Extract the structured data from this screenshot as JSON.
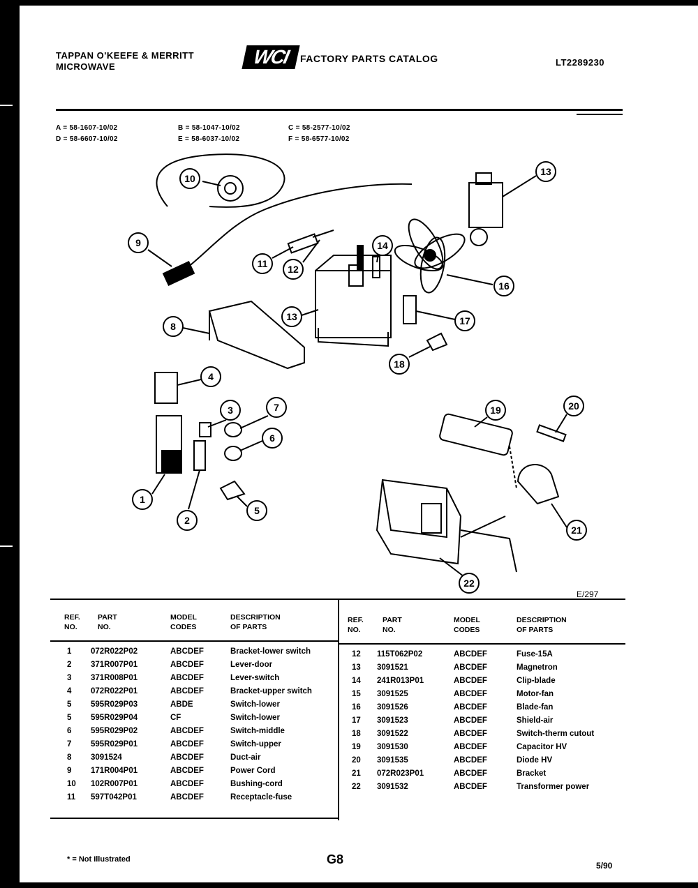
{
  "header": {
    "brand_line1": "TAPPAN O'KEEFE & MERRITT",
    "brand_line2": "MICROWAVE",
    "logo": "WCI",
    "catalog_title": "FACTORY PARTS CATALOG",
    "model": "LT2289230"
  },
  "model_codes": [
    "A = 58-1607-10/02",
    "B = 58-1047-10/02",
    "C = 58-2577-10/02",
    "D = 58-6607-10/02",
    "E = 58-6037-10/02",
    "F = 58-6577-10/02"
  ],
  "diagram": {
    "figure_id": "E/297",
    "callouts": [
      "1",
      "2",
      "3",
      "4",
      "5",
      "6",
      "7",
      "8",
      "9",
      "10",
      "11",
      "12",
      "13",
      "13",
      "14",
      "16",
      "17",
      "18",
      "19",
      "20",
      "21",
      "22"
    ]
  },
  "table": {
    "headers": {
      "ref": [
        "REF.",
        "NO."
      ],
      "part": [
        "PART",
        "NO."
      ],
      "model": [
        "MODEL",
        "CODES"
      ],
      "desc": [
        "DESCRIPTION",
        "OF PARTS"
      ]
    },
    "left_rows": [
      {
        "ref": "1",
        "part": "072R022P02",
        "model": "ABCDEF",
        "desc": "Bracket-lower switch"
      },
      {
        "ref": "2",
        "part": "371R007P01",
        "model": "ABCDEF",
        "desc": "Lever-door"
      },
      {
        "ref": "3",
        "part": "371R008P01",
        "model": "ABCDEF",
        "desc": "Lever-switch"
      },
      {
        "ref": "4",
        "part": "072R022P01",
        "model": "ABCDEF",
        "desc": "Bracket-upper switch"
      },
      {
        "ref": "5",
        "part": "595R029P03",
        "model": "ABDE",
        "desc": "Switch-lower"
      },
      {
        "ref": "5",
        "part": "595R029P04",
        "model": "CF",
        "desc": "Switch-lower"
      },
      {
        "ref": "6",
        "part": "595R029P02",
        "model": "ABCDEF",
        "desc": "Switch-middle"
      },
      {
        "ref": "7",
        "part": "595R029P01",
        "model": "ABCDEF",
        "desc": "Switch-upper"
      },
      {
        "ref": "8",
        "part": "3091524",
        "model": "ABCDEF",
        "desc": "Duct-air"
      },
      {
        "ref": "9",
        "part": "171R004P01",
        "model": "ABCDEF",
        "desc": "Power Cord"
      },
      {
        "ref": "10",
        "part": "102R007P01",
        "model": "ABCDEF",
        "desc": "Bushing-cord"
      },
      {
        "ref": "11",
        "part": "597T042P01",
        "model": "ABCDEF",
        "desc": "Receptacle-fuse"
      }
    ],
    "right_rows": [
      {
        "ref": "12",
        "part": "115T062P02",
        "model": "ABCDEF",
        "desc": "Fuse-15A"
      },
      {
        "ref": "13",
        "part": "3091521",
        "model": "ABCDEF",
        "desc": "Magnetron"
      },
      {
        "ref": "14",
        "part": "241R013P01",
        "model": "ABCDEF",
        "desc": "Clip-blade"
      },
      {
        "ref": "15",
        "part": "3091525",
        "model": "ABCDEF",
        "desc": "Motor-fan"
      },
      {
        "ref": "16",
        "part": "3091526",
        "model": "ABCDEF",
        "desc": "Blade-fan"
      },
      {
        "ref": "17",
        "part": "3091523",
        "model": "ABCDEF",
        "desc": "Shield-air"
      },
      {
        "ref": "18",
        "part": "3091522",
        "model": "ABCDEF",
        "desc": "Switch-therm cutout"
      },
      {
        "ref": "19",
        "part": "3091530",
        "model": "ABCDEF",
        "desc": "Capacitor HV"
      },
      {
        "ref": "20",
        "part": "3091535",
        "model": "ABCDEF",
        "desc": "Diode HV"
      },
      {
        "ref": "21",
        "part": "072R023P01",
        "model": "ABCDEF",
        "desc": "Bracket"
      },
      {
        "ref": "22",
        "part": "3091532",
        "model": "ABCDEF",
        "desc": "Transformer power"
      }
    ]
  },
  "footer": {
    "note": "* = Not Illustrated",
    "page": "G8",
    "date": "5/90"
  }
}
